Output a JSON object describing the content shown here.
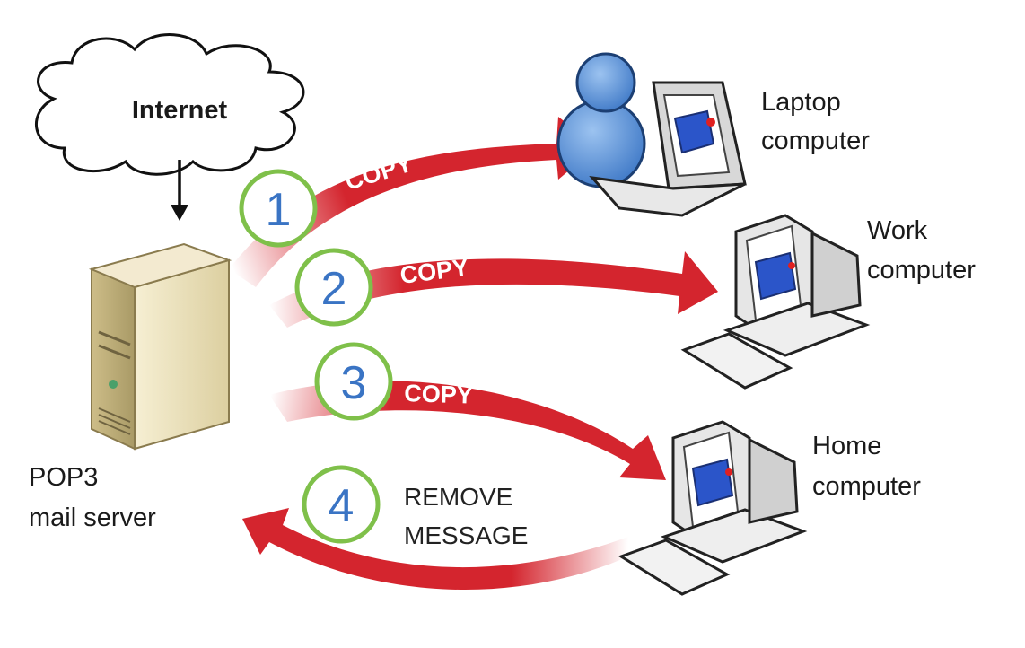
{
  "nodes": {
    "internet": "Internet",
    "server": [
      "POP3",
      "mail server"
    ],
    "laptop": [
      "Laptop",
      "computer"
    ],
    "work": [
      "Work",
      "computer"
    ],
    "home": [
      "Home",
      "computer"
    ]
  },
  "steps": [
    {
      "number": "1",
      "label": "COPY"
    },
    {
      "number": "2",
      "label": "COPY"
    },
    {
      "number": "3",
      "label": "COPY"
    },
    {
      "number": "4",
      "label_lines": [
        "REMOVE",
        "MESSAGE"
      ]
    }
  ],
  "colors": {
    "arrow": "#d4252e",
    "step_ring": "#7fc04a",
    "step_number": "#3a74c4",
    "server_body": "#efe3bd",
    "screen": "#2b55c9"
  }
}
